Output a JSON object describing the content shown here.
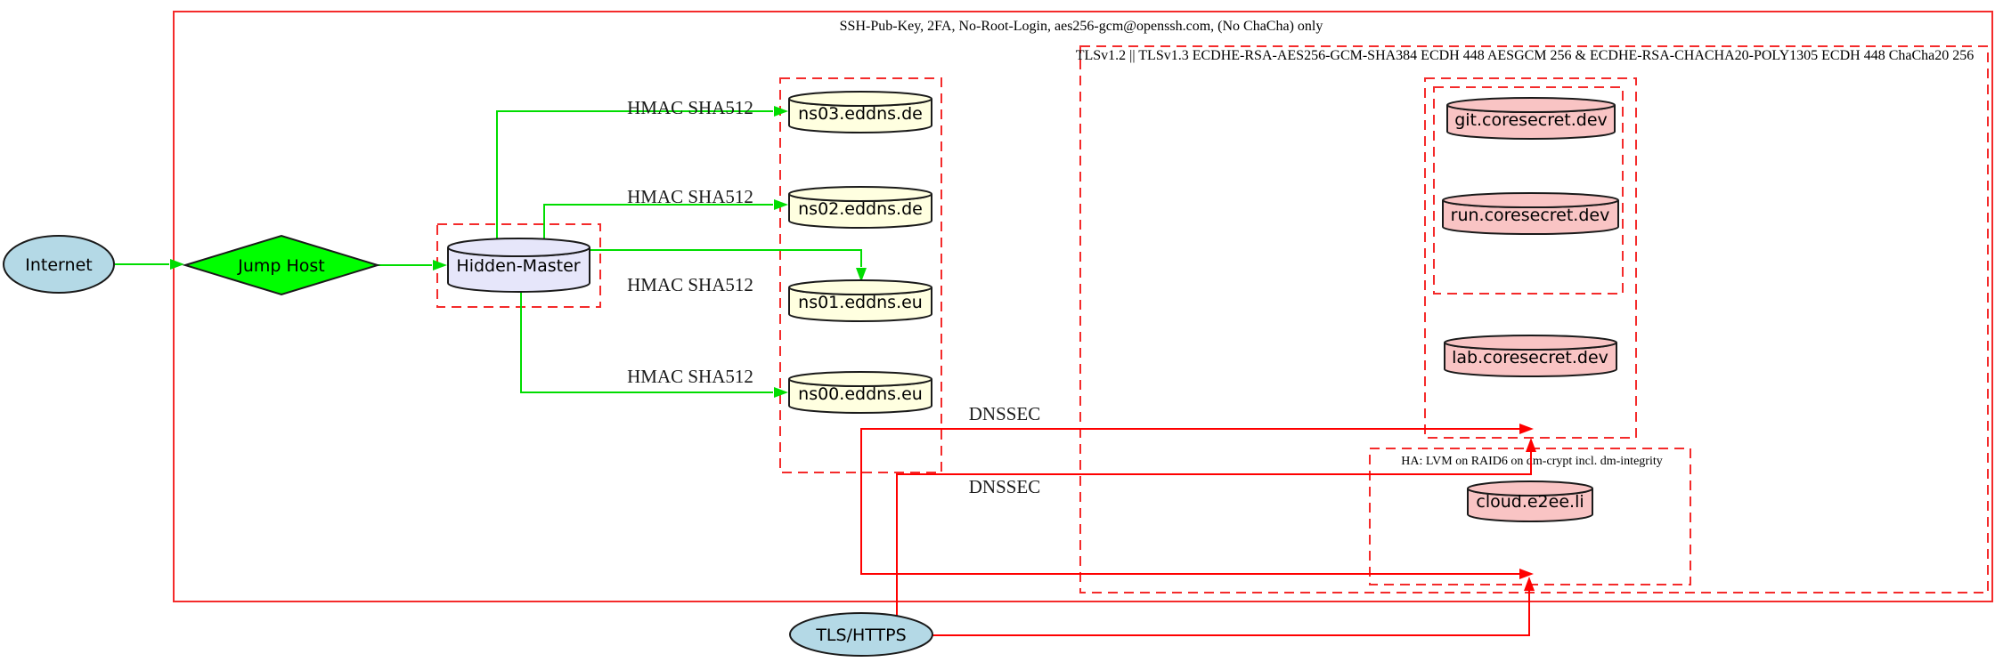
{
  "diagram_title": "DNS / hosting security architecture diagram",
  "colors": {
    "cluster_border": "#f42b2b",
    "edge_red": "#ff0000",
    "edge_green": "#00dd00",
    "node_lightblue": "#b4d9e6",
    "node_green": "#00ff00",
    "node_lavender": "#e6e6fa",
    "node_lightyellow": "#ffffe0",
    "node_pink": "#f9c4c4"
  },
  "clusters": {
    "ssh": {
      "label": "SSH-Pub-Key, 2FA, No-Root-Login, aes256-gcm@openssh.com, (No ChaCha) only"
    },
    "tls": {
      "label": "TLSv1.2 || TLSv1.3 ECDHE-RSA-AES256-GCM-SHA384 ECDH 448 AESGCM 256 & ECDHE-RSA-CHACHA20-POLY1305 ECDH 448 ChaCha20 256"
    },
    "ha": {
      "label": "HA: LVM on RAID6 on dm-crypt incl. dm-integrity"
    }
  },
  "nodes": {
    "internet": {
      "label": "Internet",
      "shape": "ellipse"
    },
    "jump_host": {
      "label": "Jump Host",
      "shape": "diamond"
    },
    "hidden_master": {
      "label": "Hidden-Master",
      "shape": "cylinder"
    },
    "ns03": {
      "label": "ns03.eddns.de",
      "shape": "cylinder"
    },
    "ns02": {
      "label": "ns02.eddns.de",
      "shape": "cylinder"
    },
    "ns01": {
      "label": "ns01.eddns.eu",
      "shape": "cylinder"
    },
    "ns00": {
      "label": "ns00.eddns.eu",
      "shape": "cylinder"
    },
    "git": {
      "label": "git.coresecret.dev",
      "shape": "cylinder"
    },
    "run": {
      "label": "run.coresecret.dev",
      "shape": "cylinder"
    },
    "lab": {
      "label": "lab.coresecret.dev",
      "shape": "cylinder"
    },
    "cloud": {
      "label": "cloud.e2ee.li",
      "shape": "cylinder"
    },
    "tls_https": {
      "label": "TLS/HTTPS",
      "shape": "ellipse"
    }
  },
  "edge_labels": {
    "hmac_ns03": "HMAC SHA512",
    "hmac_ns02": "HMAC SHA512",
    "hmac_ns01": "HMAC SHA512",
    "hmac_ns00": "HMAC SHA512",
    "dnssec_1": "DNSSEC",
    "dnssec_2": "DNSSEC"
  }
}
